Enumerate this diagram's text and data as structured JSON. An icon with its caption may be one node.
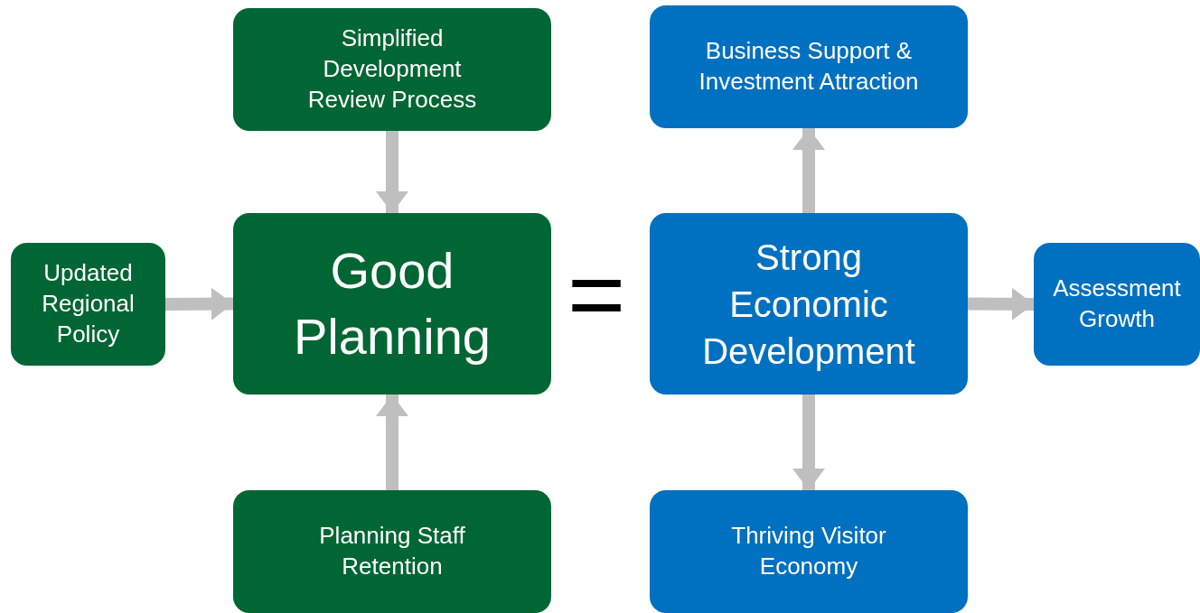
{
  "diagram": {
    "nodes": [
      {
        "text": [
          "Simplified Development Review Process"
        ]
      },
      {
        "text": [
          "Updated Regional Policy"
        ]
      },
      {
        "text": [
          "Good Planning"
        ]
      },
      {
        "text": [
          "Planning Staff Retention"
        ]
      },
      {
        "text": [
          "Business Support & Investment Attraction"
        ]
      },
      {
        "text": [
          "Strong Economic Development"
        ]
      },
      {
        "text": [
          "Assessment Growth"
        ]
      },
      {
        "text": [
          "Thriving Visitor Economy"
        ]
      }
    ],
    "edges": [
      {
        "from": 0,
        "to": 2,
        "arrow": "to"
      },
      {
        "from": 1,
        "to": 2,
        "arrow": "to"
      },
      {
        "from": 3,
        "to": 2,
        "arrow": "to"
      },
      {
        "from": 5,
        "to": 4,
        "arrow": "to"
      },
      {
        "from": 5,
        "to": 6,
        "arrow": "to"
      },
      {
        "from": 5,
        "to": 7,
        "arrow": "to"
      }
    ],
    "labels": [
      "="
    ]
  }
}
